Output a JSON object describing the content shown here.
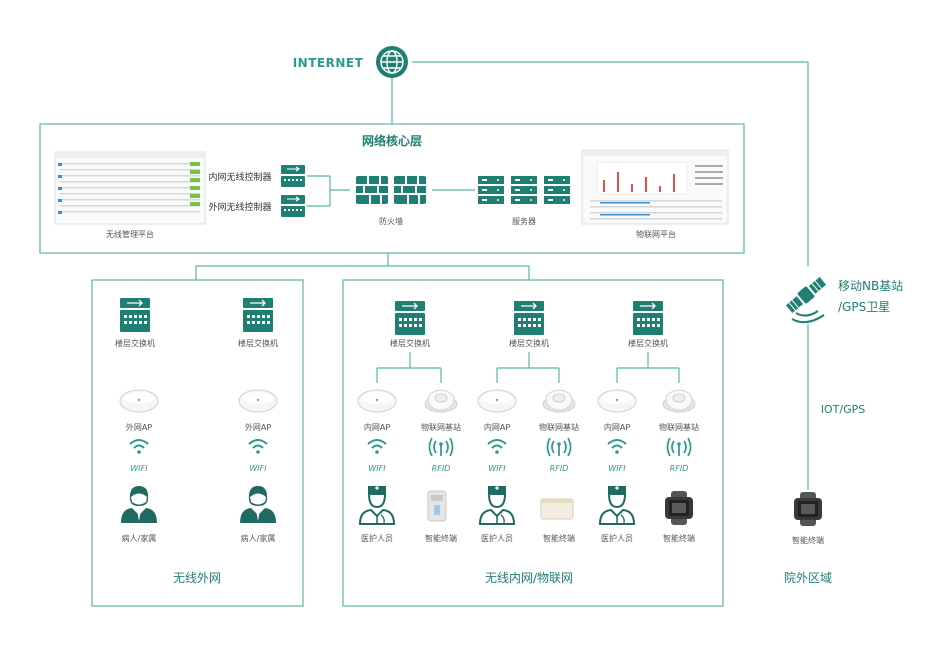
{
  "internet": {
    "label": "INTERNET"
  },
  "core": {
    "title": "网络核心层",
    "wireless_platform_label": "无线管理平台",
    "inner_controller_label": "内网无线控制器",
    "outer_controller_label": "外网无线控制器",
    "firewall_label": "防火墙",
    "server_label": "服务器",
    "iot_platform_label": "物联网平台"
  },
  "outer_net": {
    "title": "无线外网",
    "switch_label": "楼层交换机",
    "ap_label": "外网AP",
    "wifi_label": "WIFI",
    "user_label": "病人/家属"
  },
  "inner_net": {
    "title": "无线内网/物联网",
    "switch_label": "楼层交换机",
    "ap_label": "内网AP",
    "iot_station_label": "物联网基站",
    "wifi_label": "WIFI",
    "rfid_label": "RFID",
    "staff_label": "医护人员",
    "terminal_label": "智能终端"
  },
  "remote": {
    "nb_label_line1": "移动NB基站",
    "nb_label_line2": "/GPS卫星",
    "iot_gps_label": "IOT/GPS",
    "terminal_label": "智能终端",
    "area_label": "院外区域"
  },
  "colors": {
    "accent": "#1f7f73",
    "line": "#59b3a8",
    "text": "#333333"
  }
}
